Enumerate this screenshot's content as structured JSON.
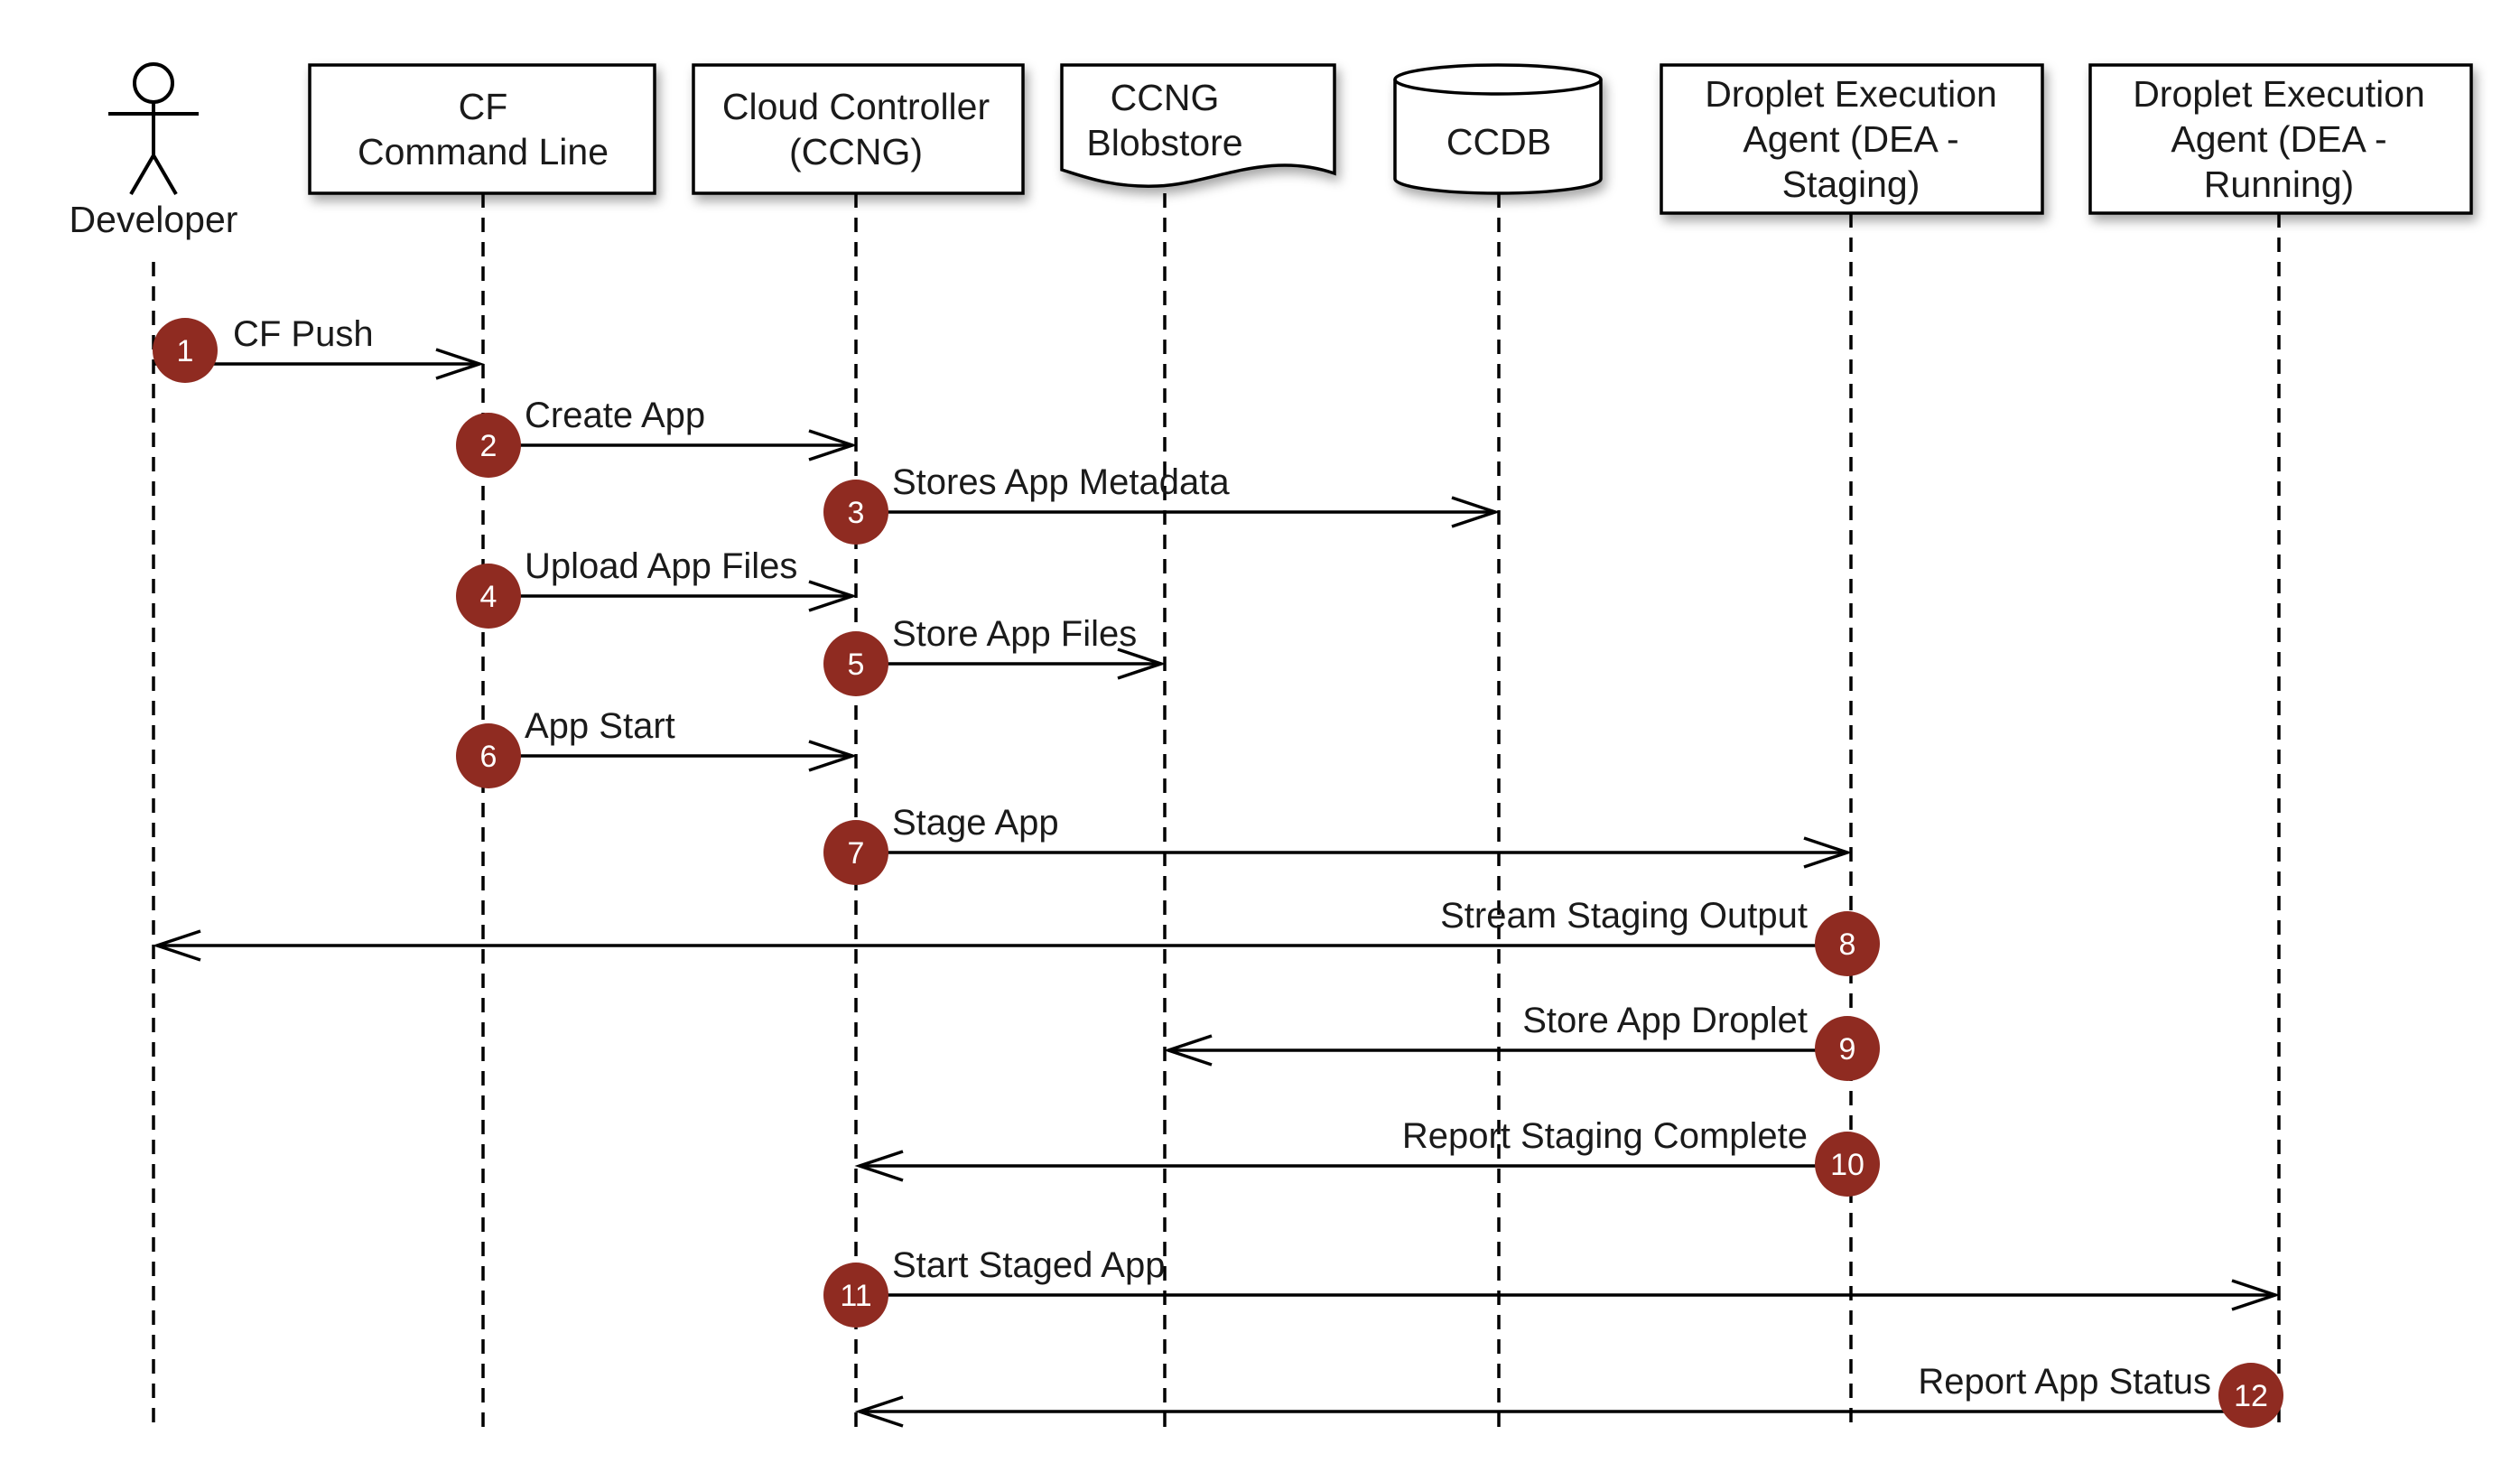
{
  "participants": [
    {
      "id": "developer",
      "lines": [
        "Developer"
      ],
      "shape": "actor"
    },
    {
      "id": "cf_cli",
      "lines": [
        "CF",
        "Command Line"
      ],
      "shape": "box"
    },
    {
      "id": "ccng",
      "lines": [
        "Cloud Controller",
        "(CCNG)"
      ],
      "shape": "box"
    },
    {
      "id": "blobstore",
      "lines": [
        "CCNG",
        "Blobstore"
      ],
      "shape": "document"
    },
    {
      "id": "ccdb",
      "lines": [
        "CCDB"
      ],
      "shape": "database"
    },
    {
      "id": "dea_staging",
      "lines": [
        "Droplet Execution",
        "Agent (DEA -",
        "Staging)"
      ],
      "shape": "box"
    },
    {
      "id": "dea_running",
      "lines": [
        "Droplet Execution",
        "Agent (DEA -",
        "Running)"
      ],
      "shape": "box"
    }
  ],
  "messages": [
    {
      "step": "1",
      "label": "CF Push",
      "from": "developer",
      "to": "cf_cli"
    },
    {
      "step": "2",
      "label": "Create App",
      "from": "cf_cli",
      "to": "ccng"
    },
    {
      "step": "3",
      "label": "Stores App Metadata",
      "from": "ccng",
      "to": "ccdb"
    },
    {
      "step": "4",
      "label": "Upload App Files",
      "from": "cf_cli",
      "to": "ccng"
    },
    {
      "step": "5",
      "label": "Store App Files",
      "from": "ccng",
      "to": "blobstore"
    },
    {
      "step": "6",
      "label": "App Start",
      "from": "cf_cli",
      "to": "ccng"
    },
    {
      "step": "7",
      "label": "Stage App",
      "from": "ccng",
      "to": "dea_staging"
    },
    {
      "step": "8",
      "label": "Stream Staging Output",
      "from": "dea_staging",
      "to": "developer"
    },
    {
      "step": "9",
      "label": "Store App Droplet",
      "from": "dea_staging",
      "to": "blobstore"
    },
    {
      "step": "10",
      "label": "Report Staging Complete",
      "from": "dea_staging",
      "to": "ccng"
    },
    {
      "step": "11",
      "label": "Start Staged App",
      "from": "ccng",
      "to": "dea_running"
    },
    {
      "step": "12",
      "label": "Report App Status",
      "from": "dea_running",
      "to": "ccng"
    }
  ],
  "colors": {
    "step_badge": "#8f2b21",
    "line": "#000000",
    "box_fill": "#ffffff"
  }
}
